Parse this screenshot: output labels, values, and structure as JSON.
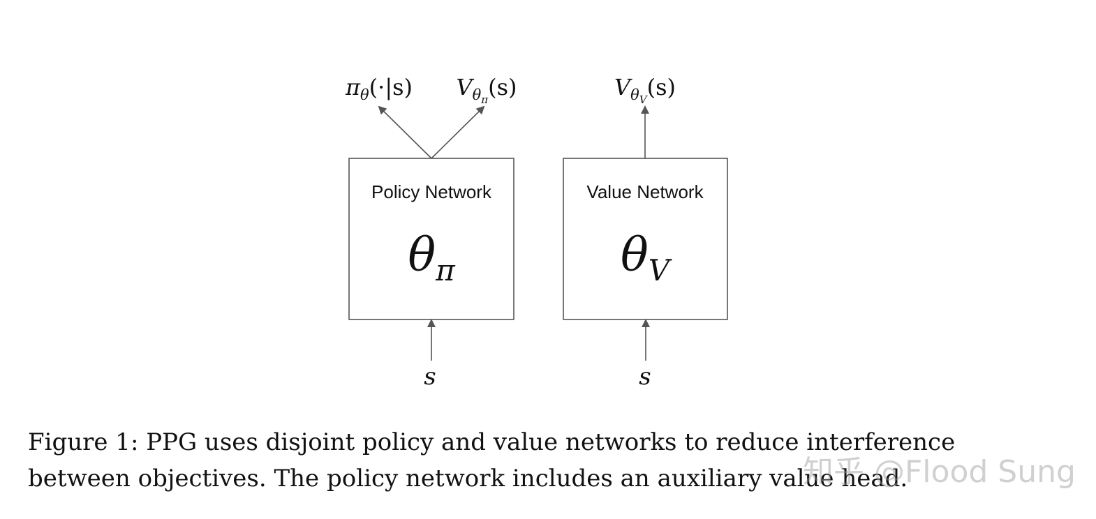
{
  "diagram": {
    "policy_box": {
      "title": "Policy Network",
      "param_base": "θ",
      "param_sub": "π"
    },
    "value_box": {
      "title": "Value Network",
      "param_base": "θ",
      "param_sub": "V"
    },
    "policy_outputs": {
      "policy_head": {
        "fn": "π",
        "sub": "θ",
        "args": "(·|s)"
      },
      "aux_value_head": {
        "fn": "V",
        "sub": "θ",
        "subsub": "π",
        "args": "(s)"
      }
    },
    "value_output": {
      "fn": "V",
      "sub": "θ",
      "subsub": "V",
      "args": "(s)"
    },
    "policy_input": "s",
    "value_input": "s"
  },
  "caption": {
    "line1": "Figure 1: PPG uses disjoint policy and value networks to reduce interference",
    "line2": "between objectives. The policy network includes an auxiliary value head."
  },
  "watermark": "知乎 @Flood Sung",
  "colors": {
    "stroke": "#555555",
    "text": "#111111"
  }
}
